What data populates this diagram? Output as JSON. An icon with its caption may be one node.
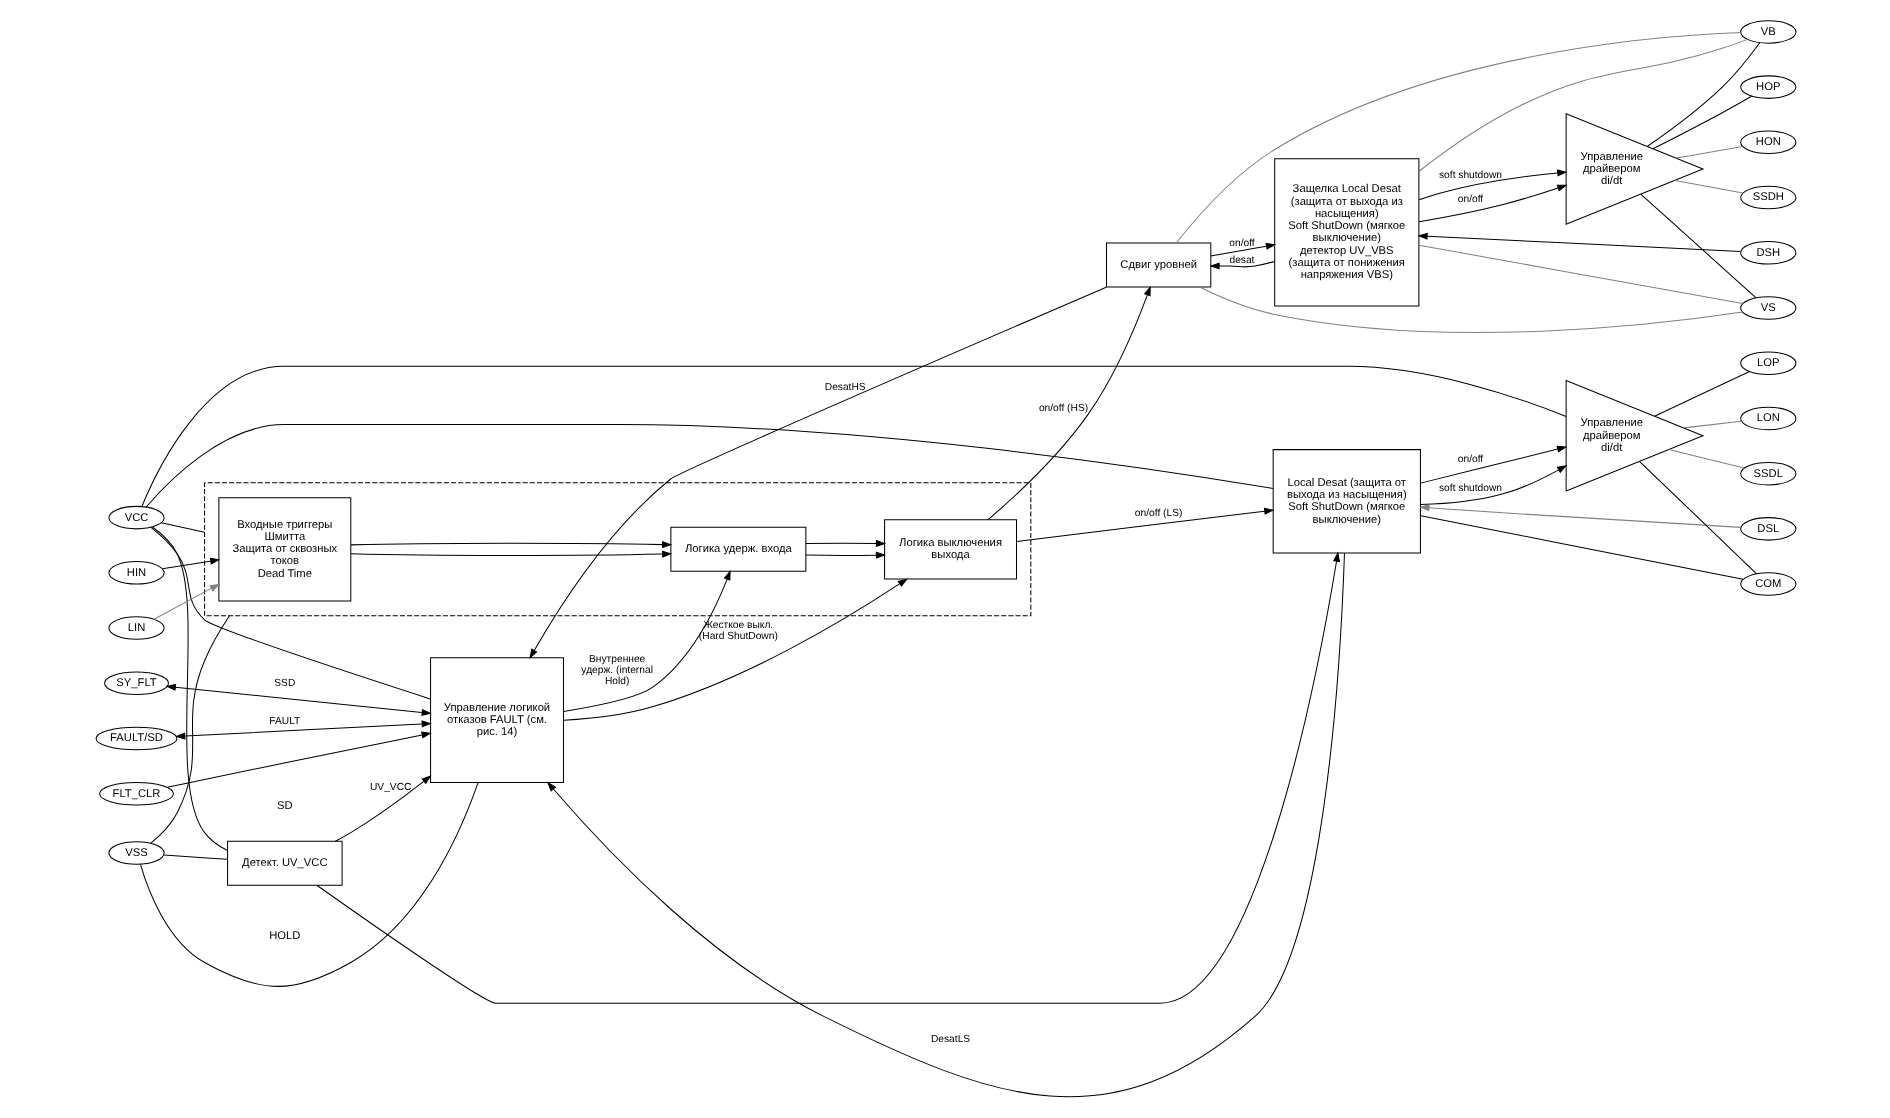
{
  "diagram": {
    "nodes": [
      {
        "text": [
          "VCC"
        ]
      },
      {
        "text": [
          "VB"
        ]
      },
      {
        "text": [],
        "shape": "box"
      },
      {
        "text": [
          "Входные триггеры Шмитта",
          "Защита от сквозных токов",
          "Dead Time"
        ],
        "in": 2
      },
      {
        "text": [
          "Логика удерж. входа"
        ],
        "in": 2
      },
      {
        "text": [
          "Логика выключения выхода"
        ],
        "in": 2
      },
      {
        "text": [
          "Сдвиг уровней"
        ]
      },
      {
        "text": [
          "Защелка Local Desat (защита от выхода из насыщения)",
          "Soft ShutDown (мягкое выключение)",
          "детектор UV_VBS (защита от понижения напряжения VBS)"
        ]
      },
      {
        "text": [
          "Управление драйвером di/dt"
        ]
      },
      {
        "text": [
          "HIN"
        ]
      },
      {
        "text": [
          "HOP"
        ]
      },
      {
        "text": [
          "HON"
        ]
      },
      {
        "text": [
          "LIN"
        ]
      },
      {
        "text": [
          "SSDH"
        ]
      },
      {
        "text": [
          "DSH"
        ]
      },
      {
        "text": [
          "VS"
        ]
      },
      {
        "text": [
          "Детект. UV_VCC"
        ]
      },
      {
        "text": [
          "Управление логикой отказов FAULT (см. рис. 14)"
        ]
      },
      {
        "text": [
          "Local Desat (защита от выхода из насыщения)",
          "Soft ShutDown (мягкое выключение)"
        ]
      },
      {
        "text": [
          "Управление драйвером di/dt"
        ]
      },
      {
        "text": [
          "LOP"
        ]
      },
      {
        "text": [
          "SY_FLT"
        ]
      },
      {
        "text": [
          "LON"
        ]
      },
      {
        "text": [
          "FAULT/SD"
        ]
      },
      {
        "text": [
          "SSDL"
        ]
      },
      {
        "text": [
          "FLT_CLR"
        ]
      },
      {
        "text": [
          "DSL"
        ]
      },
      {
        "text": [
          "VSS"
        ]
      },
      {
        "text": [
          "COM"
        ]
      }
    ],
    "edges": [
      {
        "from": 0,
        "to": 2,
        "arrow": "none"
      },
      {
        "from": 9,
        "to": 3,
        "arrow": "to"
      },
      {
        "from": 12,
        "to": 3,
        "arrow": "to",
        "color": "#808080"
      },
      {
        "from": 3,
        "to": 4,
        "arrow": "to"
      },
      {
        "from": 3,
        "to": 4,
        "arrow": "to"
      },
      {
        "from": 4,
        "to": 5,
        "arrow": "to"
      },
      {
        "from": 4,
        "to": 5,
        "arrow": "to"
      },
      {
        "from": 5,
        "to": 6,
        "arrow": "to",
        "label": "on/off (HS)"
      },
      {
        "from": 5,
        "to": 18,
        "arrow": "to",
        "label": "on/off (LS)"
      },
      {
        "from": 6,
        "to": 7,
        "arrow": "to",
        "label": "on/off"
      },
      {
        "from": 7,
        "to": 6,
        "arrow": "to",
        "label": "desat"
      },
      {
        "from": 7,
        "to": 8,
        "arrow": "to",
        "label": "on/off"
      },
      {
        "from": 7,
        "to": 8,
        "arrow": "to",
        "label": "soft shutdown"
      },
      {
        "from": 8,
        "to": 10,
        "arrow": "none"
      },
      {
        "from": 8,
        "to": 11,
        "arrow": "none",
        "color": "#808080"
      },
      {
        "from": 8,
        "to": 13,
        "arrow": "none",
        "color": "#808080"
      },
      {
        "from": 14,
        "to": 7,
        "arrow": "to"
      },
      {
        "from": 1,
        "to": 6,
        "arrow": "none",
        "color": "#808080"
      },
      {
        "from": 1,
        "to": 7,
        "arrow": "none",
        "color": "#808080"
      },
      {
        "from": 1,
        "to": 8,
        "arrow": "none"
      },
      {
        "from": 15,
        "to": 6,
        "arrow": "none",
        "color": "#808080"
      },
      {
        "from": 15,
        "to": 7,
        "arrow": "none",
        "color": "#808080"
      },
      {
        "from": 15,
        "to": 8,
        "arrow": "none"
      },
      {
        "from": 0,
        "to": 16,
        "arrow": "none"
      },
      {
        "from": 0,
        "to": 17,
        "arrow": "none"
      },
      {
        "from": 0,
        "to": 18,
        "arrow": "none"
      },
      {
        "from": 0,
        "to": 19,
        "arrow": "none"
      },
      {
        "from": 16,
        "to": 17,
        "arrow": "to",
        "label": "UV_VCC"
      },
      {
        "from": 16,
        "to": 18,
        "arrow": "to"
      },
      {
        "from": 17,
        "to": 4,
        "arrow": "to",
        "label": "Внутреннее удерж. (internal Hold)"
      },
      {
        "from": 17,
        "to": 5,
        "arrow": "to",
        "label": "Жесткое выкл. (Hard ShutDown)"
      },
      {
        "from": 6,
        "to": 17,
        "arrow": "to",
        "label": "DesatHS"
      },
      {
        "from": 18,
        "to": 17,
        "arrow": "to",
        "label": "DesatLS"
      },
      {
        "from": 21,
        "to": 17,
        "arrow": "both",
        "label": "SSD"
      },
      {
        "from": 23,
        "to": 17,
        "arrow": "both",
        "label": "FAULT"
      },
      {
        "from": 25,
        "to": 17,
        "arrow": "to"
      },
      {
        "from": 27,
        "to": 17,
        "arrow": "none"
      },
      {
        "from": 27,
        "to": 16,
        "arrow": "none"
      },
      {
        "from": 27,
        "to": 2,
        "arrow": "none"
      },
      {
        "from": 18,
        "to": 19,
        "arrow": "to",
        "label": "on/off"
      },
      {
        "from": 18,
        "to": 19,
        "arrow": "to",
        "label": "soft shutdown"
      },
      {
        "from": 19,
        "to": 20,
        "arrow": "none"
      },
      {
        "from": 19,
        "to": 22,
        "arrow": "none",
        "color": "#808080"
      },
      {
        "from": 19,
        "to": 24,
        "arrow": "none",
        "color": "#808080"
      },
      {
        "from": 26,
        "to": 18,
        "arrow": "to",
        "color": "#808080"
      },
      {
        "from": 28,
        "to": 18,
        "arrow": "none"
      },
      {
        "from": 28,
        "to": 19,
        "arrow": "none"
      }
    ],
    "labels": [
      "HOLD",
      "SD"
    ]
  }
}
